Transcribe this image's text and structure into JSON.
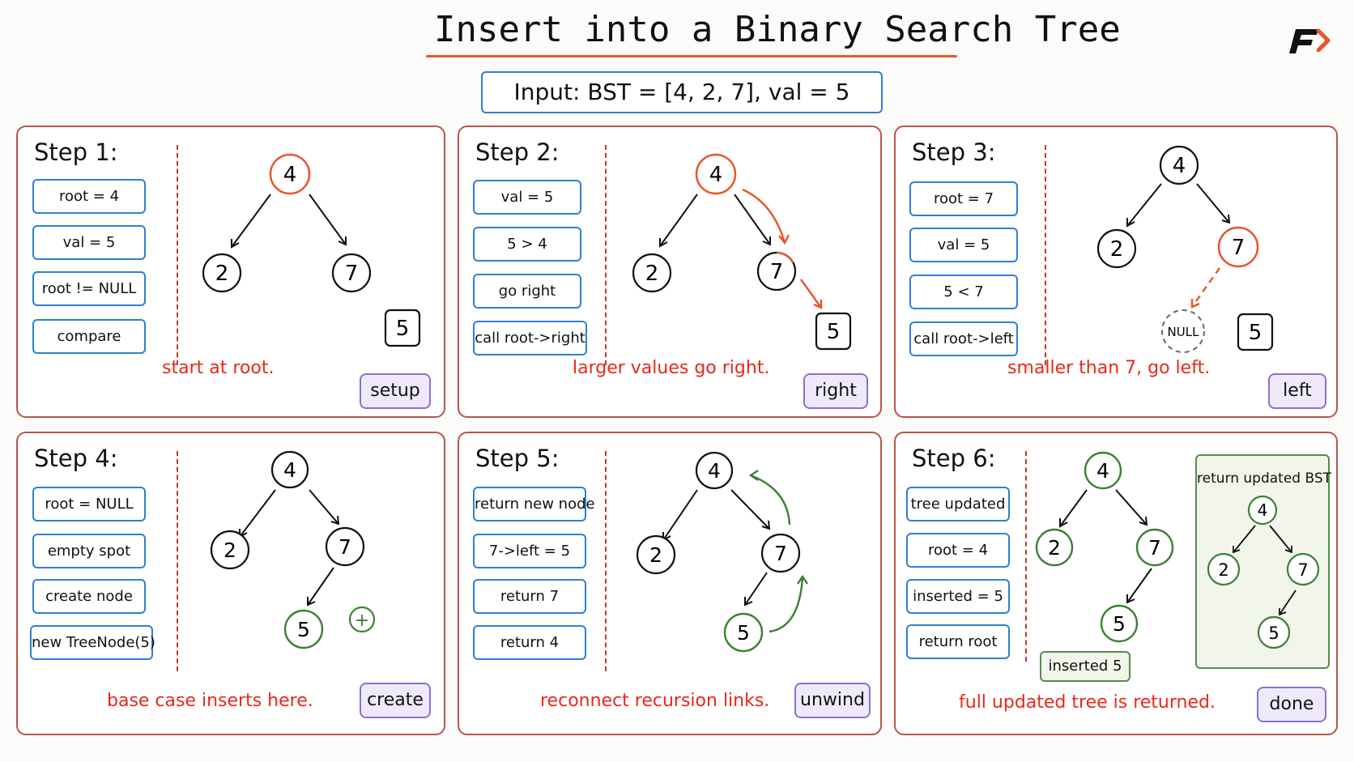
{
  "title": "Insert into a Binary Search Tree",
  "input": "Input: BST = [4, 2, 7], val = 5",
  "logo_icon": "arrow-f-logo-icon",
  "colors": {
    "accent_orange": "#e8552a",
    "blue_chip": "#2f7fd6",
    "caption_red": "#e8281b",
    "purple_tag": "#8f6fc8",
    "green_node": "#3e7f35"
  },
  "steps": [
    {
      "title": "Step 1:",
      "chips": [
        "root = 4",
        "val = 5",
        "root != NULL",
        "compare"
      ],
      "caption": "start at root.",
      "tag": "setup",
      "nodes": {
        "root": "4",
        "left": "2",
        "right": "7",
        "floating": "5"
      }
    },
    {
      "title": "Step 2:",
      "chips": [
        "val = 5",
        "5 > 4",
        "go right",
        "call root->right"
      ],
      "caption": "larger values go right.",
      "tag": "right",
      "nodes": {
        "root": "4",
        "left": "2",
        "right": "7",
        "floating": "5"
      }
    },
    {
      "title": "Step 3:",
      "chips": [
        "root = 7",
        "val = 5",
        "5 < 7",
        "call root->left"
      ],
      "caption": "smaller than 7, go left.",
      "tag": "left",
      "nodes": {
        "root": "4",
        "left": "2",
        "right": "7",
        "null": "NULL",
        "floating": "5"
      }
    },
    {
      "title": "Step 4:",
      "chips": [
        "root = NULL",
        "empty spot",
        "create node",
        "new TreeNode(5)"
      ],
      "caption": "base case inserts here.",
      "tag": "create",
      "nodes": {
        "root": "4",
        "left": "2",
        "right": "7",
        "new": "5",
        "plus": "+"
      }
    },
    {
      "title": "Step 5:",
      "chips": [
        "return new node",
        "7->left = 5",
        "return 7",
        "return 4"
      ],
      "caption": "reconnect recursion links.",
      "tag": "unwind",
      "nodes": {
        "root": "4",
        "left": "2",
        "right": "7",
        "new": "5"
      }
    },
    {
      "title": "Step 6:",
      "chips": [
        "tree updated",
        "root = 4",
        "inserted = 5",
        "return root"
      ],
      "caption": "full updated tree is returned.",
      "tag": "done",
      "nodes": {
        "root": "4",
        "left": "2",
        "right": "7",
        "new": "5"
      },
      "inserted_label": "inserted 5",
      "result_box": {
        "title": "return updated BST",
        "nodes": {
          "root": "4",
          "left": "2",
          "right": "7",
          "new": "5"
        }
      }
    }
  ]
}
